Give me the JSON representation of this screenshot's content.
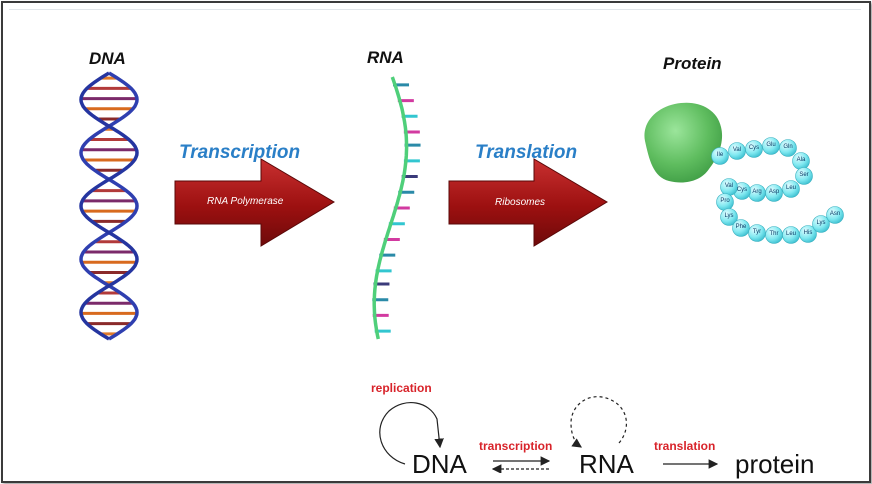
{
  "top": {
    "dna_title": "DNA",
    "rna_title": "RNA",
    "protein_title": "Protein",
    "transcription": "Transcription",
    "translation": "Translation",
    "arrow1_label": "RNA Polymerase",
    "arrow2_label": "Ribosomes"
  },
  "amino_acids": [
    "Ile",
    "Val",
    "Cys",
    "Glu",
    "Gln",
    "Ala",
    "Ser",
    "Leu",
    "Asp",
    "Arg",
    "Cys",
    "Val",
    "Pro",
    "Lys",
    "Phe",
    "Tyr",
    "Thr",
    "Leu",
    "His",
    "Lys",
    "Asn"
  ],
  "bottom": {
    "replication": "replication",
    "transcription": "transcription",
    "translation": "translation",
    "dna": "DNA",
    "rna": "RNA",
    "protein": "protein"
  },
  "colors": {
    "stage_blue": "#2a7fc7",
    "arrow_red": "#a31414",
    "label_red": "#d8232a",
    "dna_backbone": "#2f3fb0",
    "rna_backbone": "#4fcf7a",
    "protein_blob": "#6fc46f",
    "amino_acid": "#7fe8f0"
  }
}
